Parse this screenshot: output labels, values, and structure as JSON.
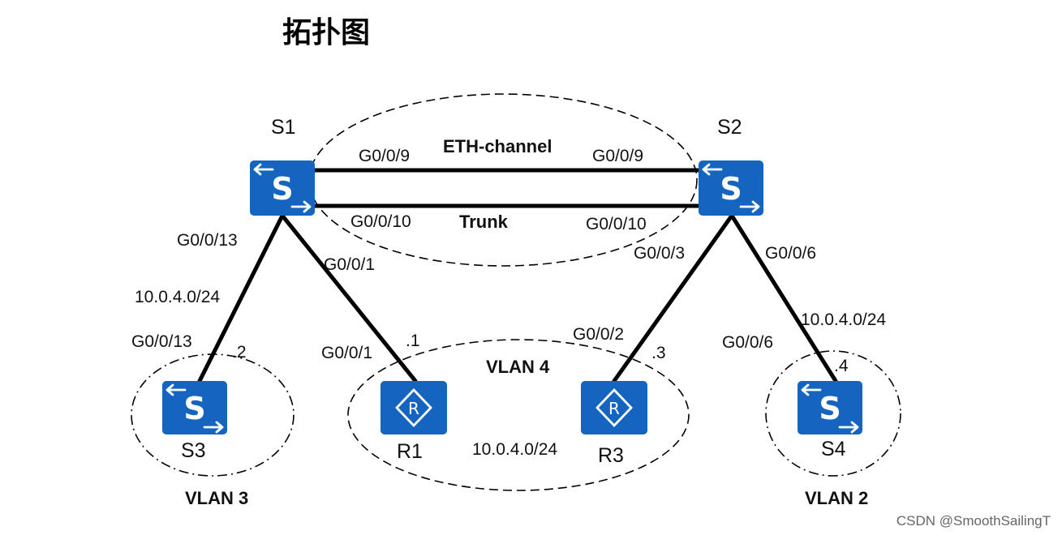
{
  "title": "拓扑图",
  "watermark": "CSDN @SmoothSailingT",
  "colors": {
    "device_fill": "#1565C0",
    "device_glyph": "#ffffff",
    "link": "#000000"
  },
  "nodes": {
    "s1": {
      "label": "S1",
      "type": "switch",
      "icon": "switch-icon"
    },
    "s2": {
      "label": "S2",
      "type": "switch",
      "icon": "switch-icon"
    },
    "s3": {
      "label": "S3",
      "type": "switch",
      "icon": "switch-icon"
    },
    "s4": {
      "label": "S4",
      "type": "switch",
      "icon": "switch-icon"
    },
    "r1": {
      "label": "R1",
      "type": "router",
      "icon": "router-icon"
    },
    "r3": {
      "label": "R3",
      "type": "router",
      "icon": "router-icon"
    }
  },
  "groups": {
    "eth_channel": "ETH-channel",
    "trunk": "Trunk",
    "vlan4": "VLAN 4",
    "vlan3": "VLAN 3",
    "vlan2": "VLAN 2"
  },
  "links": {
    "s1_s2_a": {
      "from_port": "G0/0/9",
      "to_port": "G0/0/9"
    },
    "s1_s2_b": {
      "from_port": "G0/0/10",
      "to_port": "G0/0/10"
    },
    "s1_s3": {
      "from_port": "G0/0/13",
      "network": "10.0.4.0/24",
      "to_port": "G0/0/13",
      "host": ".2"
    },
    "s1_r1": {
      "from_port": "G0/0/1",
      "to_port": "G0/0/1",
      "host": ".1"
    },
    "s2_r3": {
      "from_port": "G0/0/3",
      "to_port": "G0/0/2",
      "host": ".3"
    },
    "s2_s4": {
      "from_port": "G0/0/6",
      "network": "10.0.4.0/24",
      "to_port": "G0/0/6",
      "host": ".4"
    }
  },
  "vlan4_network": "10.0.4.0/24"
}
